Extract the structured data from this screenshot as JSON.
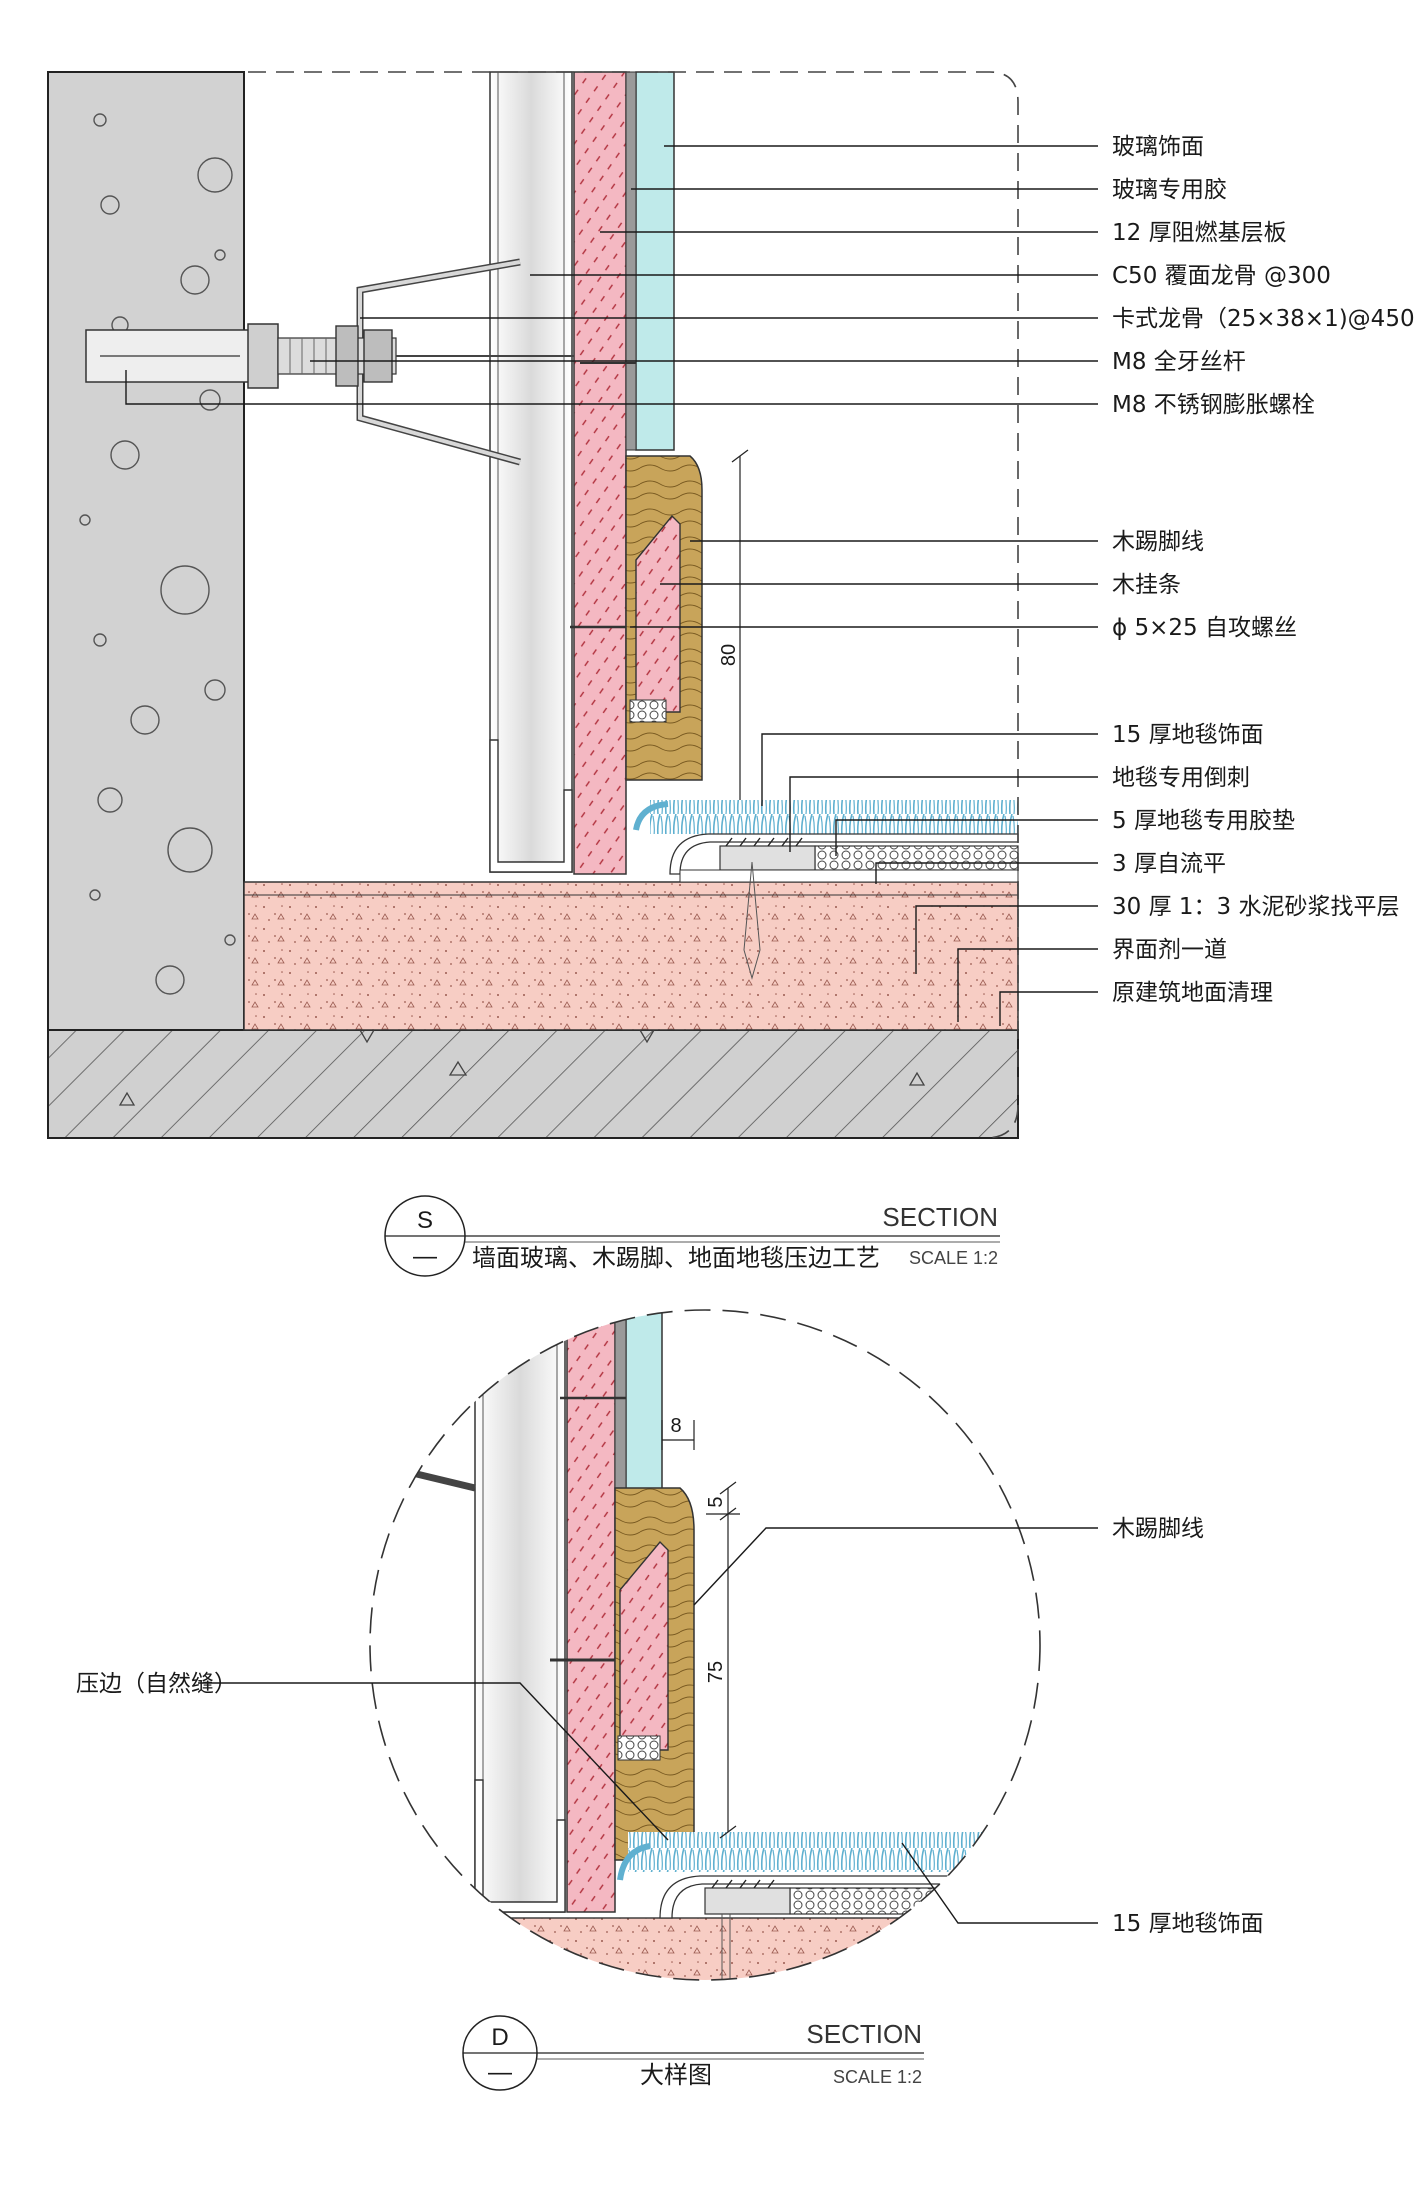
{
  "section_s": {
    "tag_letter": "S",
    "tag_sub": "—",
    "heading": "SECTION",
    "title": "墙面玻璃、木踢脚、地面地毯压边工艺",
    "scale": "SCALE 1:2",
    "dimension_height": "80",
    "labels": [
      "玻璃饰面",
      "玻璃专用胶",
      "12 厚阻燃基层板",
      "C50 覆面龙骨 @300",
      "卡式龙骨（25×38×1)@450",
      "M8 全牙丝杆",
      "M8 不锈钢膨胀螺栓",
      "木踢脚线",
      "木挂条",
      "ϕ 5×25 自攻螺丝",
      "15 厚地毯饰面",
      "地毯专用倒刺",
      "5 厚地毯专用胶垫",
      "3 厚自流平",
      "30 厚 1：3 水泥砂浆找平层",
      "界面剂一道",
      "原建筑地面清理"
    ]
  },
  "section_d": {
    "tag_letter": "D",
    "tag_sub": "—",
    "heading": "SECTION",
    "title": "大样图",
    "scale": "SCALE 1:2",
    "dimension_gap": "8",
    "dimension_top": "5",
    "dimension_height": "75",
    "label_left": "压边（自然缝）",
    "label_skirting": "木踢脚线",
    "label_carpet": "15 厚地毯饰面"
  },
  "colors": {
    "concrete": "#d2d2d2",
    "board": "#f4b8c2",
    "glass": "#bfeaea",
    "wood": "#c8a45a",
    "screed": "#f7cdc4",
    "carpet_fiber": "#5fb0d0",
    "base_slab": "#d0d0d0"
  }
}
